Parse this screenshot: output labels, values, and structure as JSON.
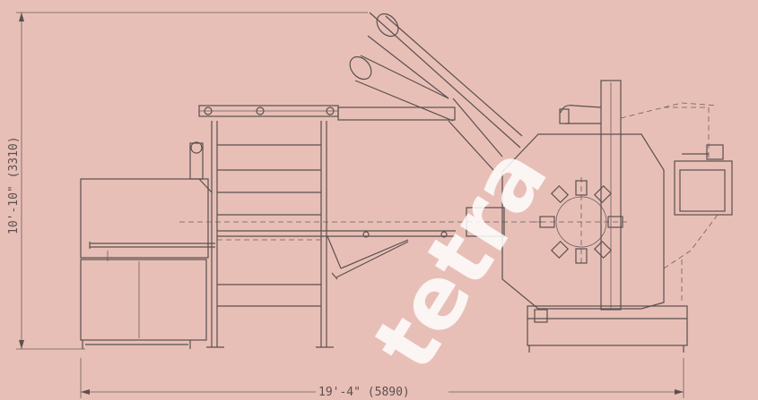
{
  "drawing": {
    "dim_width": "19'-4\"  (5890)",
    "dim_height": "10'-10\"  (3310)",
    "watermark": "tetra"
  }
}
